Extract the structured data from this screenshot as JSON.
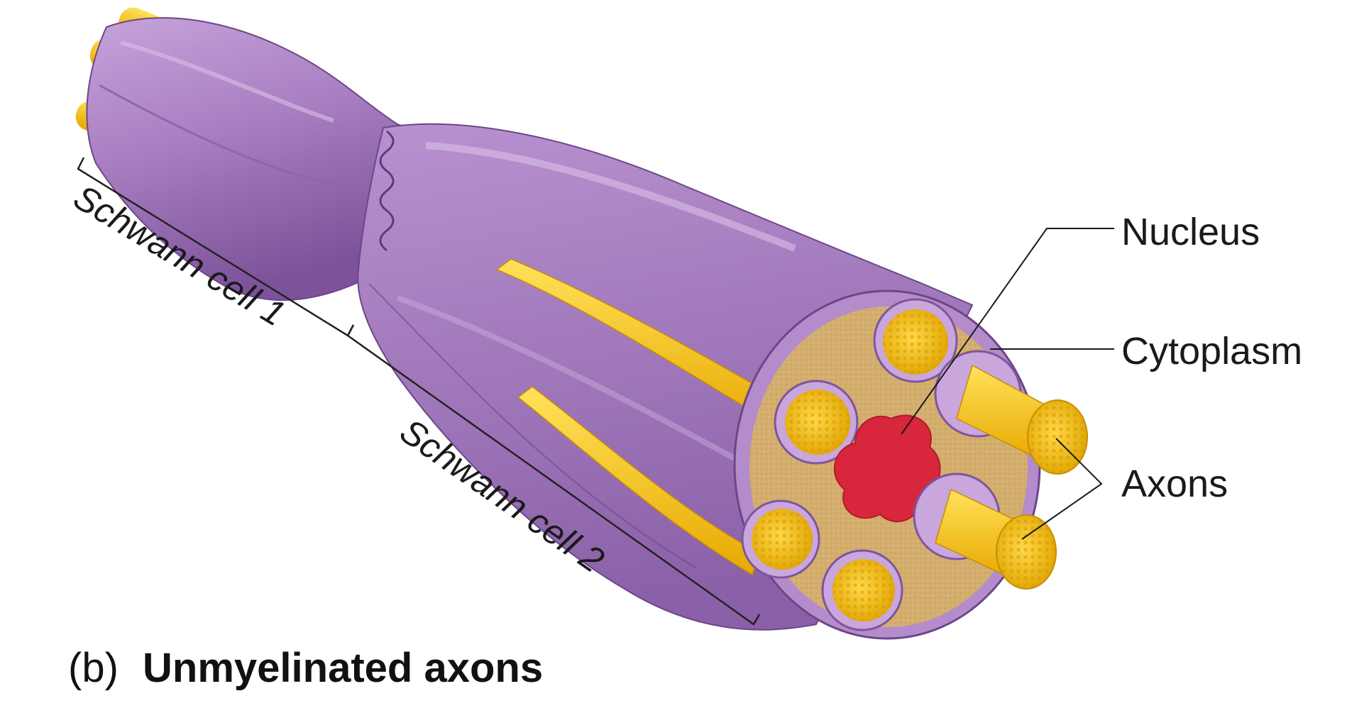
{
  "labels": {
    "nucleus": "Nucleus",
    "cytoplasm": "Cytoplasm",
    "axons": "Axons",
    "schwann1": "Schwann cell 1",
    "schwann2": "Schwann cell 2"
  },
  "caption": {
    "prefix": "(b)",
    "title": "Unmyelinated axons"
  },
  "colors": {
    "schwann": "#a97fc2",
    "schwann_dark": "#7f559c",
    "schwann_light": "#c9a6db",
    "axon": "#f5c400",
    "cytoplasm": "#d6b373",
    "nucleus": "#d8263c"
  }
}
